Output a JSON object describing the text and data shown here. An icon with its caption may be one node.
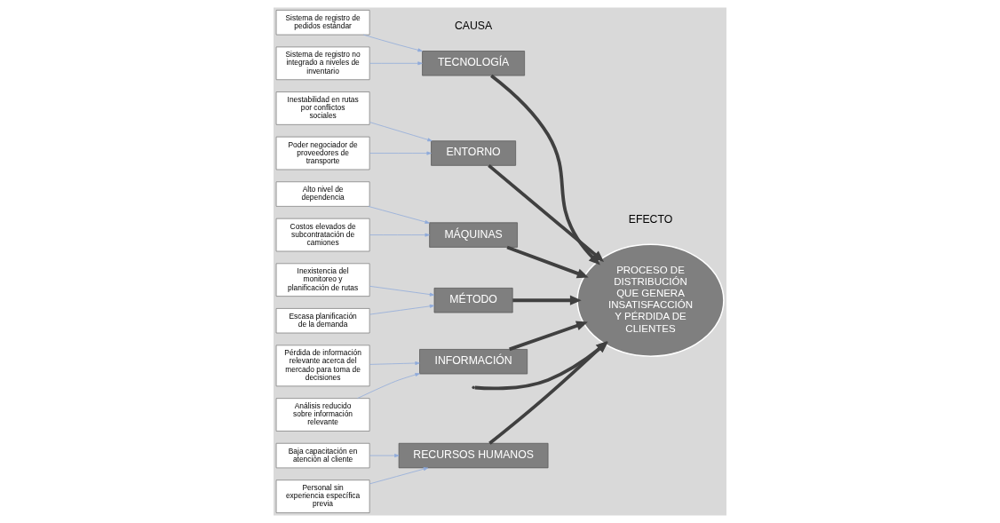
{
  "diagram": {
    "nodes": [
      {
        "text": [
          "RECURSOS HUMANOS"
        ]
      },
      {
        "text": [
          "TECNOLOGÍA"
        ]
      },
      {
        "text": [
          "ENTORNO"
        ]
      },
      {
        "text": [
          "Baja capacitación en atención al cliente"
        ]
      },
      {
        "text": [
          "Sistema de registro de pedidos estándar"
        ]
      },
      {
        "text": [
          "Inestabilidad en rutas por conflictos sociales"
        ]
      },
      {
        "text": [
          "Personal sin experiencia específica previa"
        ]
      },
      {
        "text": [
          "Sistema de registro no integrado a niveles de inventario"
        ]
      },
      {
        "text": [
          "Poder negociador de proveedores de transporte"
        ]
      },
      {
        "text": [
          "PROCESO DE DISTRIBUCIÓN QUE GENERA INSATISFACCIÓN Y PÉRDIDA DE CLIENTES"
        ]
      },
      {
        "text": [
          "Alto nivel de dependencia"
        ]
      },
      {
        "text": [
          "Inexistencia del monitoreo y planificación de rutas"
        ]
      },
      {
        "text": [
          "Pérdida de información relevante acerca del mercado para toma de decisiones"
        ]
      },
      {
        "text": [
          "Escasa planificación de la demanda"
        ]
      },
      {
        "text": [
          "Costos elevados de subcontratación de camiones"
        ]
      },
      {
        "text": [
          "Análisis reducido sobre información relevante"
        ]
      },
      {
        "text": [
          "MÁQUINAS"
        ]
      },
      {
        "text": [
          "MÉTODO"
        ]
      },
      {
        "text": [
          "INFORMACIÓN"
        ]
      }
    ],
    "edges": [
      {
        "from": null,
        "to": 9,
        "arrow": "to",
        "style": "thick",
        "color": "#404040"
      },
      {
        "from": 0,
        "to": 9,
        "arrow": "to",
        "style": "thick",
        "color": "#404040"
      },
      {
        "from": 1,
        "to": 9,
        "arrow": "to",
        "style": "thick",
        "color": "#404040"
      },
      {
        "from": 2,
        "to": 9,
        "arrow": "to",
        "style": "thick",
        "color": "#404040"
      },
      {
        "from": 16,
        "to": 9,
        "arrow": "to",
        "style": "thick",
        "color": "#404040"
      },
      {
        "from": 17,
        "to": 9,
        "arrow": "to",
        "style": "thick",
        "color": "#404040"
      },
      {
        "from": 18,
        "to": 9,
        "arrow": "to",
        "style": "thick",
        "color": "#404040"
      },
      {
        "from": 3,
        "to": 0,
        "arrow": "to"
      },
      {
        "from": 6,
        "to": 0,
        "arrow": "to"
      },
      {
        "from": 4,
        "to": 1,
        "arrow": "to"
      },
      {
        "from": 7,
        "to": 1,
        "arrow": "to"
      },
      {
        "from": 5,
        "to": 2,
        "arrow": "to"
      },
      {
        "from": 8,
        "to": 2,
        "arrow": "to"
      },
      {
        "from": 10,
        "to": 16,
        "arrow": "to"
      },
      {
        "from": 14,
        "to": 16,
        "arrow": "to"
      },
      {
        "from": 11,
        "to": 17,
        "arrow": "to"
      },
      {
        "from": 13,
        "to": 17,
        "arrow": "to"
      },
      {
        "from": 12,
        "to": 18,
        "arrow": "to"
      },
      {
        "from": 15,
        "to": 18,
        "arrow": "to"
      }
    ],
    "labels": [
      "CAUSA",
      "EFECTO"
    ]
  }
}
